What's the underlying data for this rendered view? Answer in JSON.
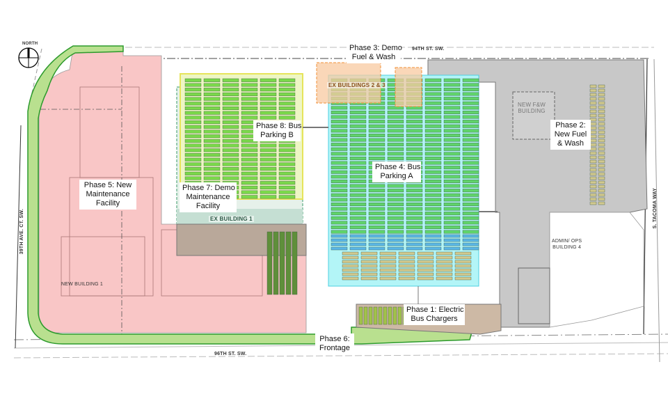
{
  "phases": {
    "phase1": "Phase 1: Electric Bus Chargers",
    "phase2": "Phase 2: New Fuel & Wash",
    "phase3": "Phase 3: Demo Fuel & Wash",
    "phase4": "Phase 4: Bus Parking A",
    "phase5": "Phase 5: New Maintenance Facility",
    "phase6": "Phase 6: Frontage",
    "phase7": "Phase 7: Demo Maintenance Facility",
    "phase8": "Phase 8: Bus Parking B"
  },
  "phase_lines": {
    "phase1": [
      "Phase 1: Electric",
      "Bus Chargers"
    ],
    "phase2": [
      "Phase 2:",
      "New Fuel",
      "& Wash"
    ],
    "phase3": [
      "Phase 3: Demo",
      "Fuel & Wash"
    ],
    "phase4": [
      "Phase 4: Bus",
      "Parking A"
    ],
    "phase5": [
      "Phase 5: New",
      "Maintenance",
      "Facility"
    ],
    "phase6": [
      "Phase 6:",
      "Frontage"
    ],
    "phase7": [
      "Phase 7: Demo",
      "Maintenance",
      "Facility"
    ],
    "phase8": [
      "Phase 8: Bus",
      "Parking B"
    ]
  },
  "buildings": {
    "new_fw": [
      "NEW F&W",
      "BUILDING"
    ],
    "ex_23": "EX BUILDINGS 2 & 3",
    "ex_1": "EX BUILDING 1",
    "admin": [
      "ADMIN/ OPS",
      "BUILDING 4"
    ],
    "new_1": "NEW BUILDING 1"
  },
  "streets": {
    "north": "94TH ST. SW.",
    "south": "96TH ST. SW.",
    "west": "39TH AVE. CT. SW.",
    "east": "S. TACOMA WAY"
  },
  "compass": "NORTH",
  "colors": {
    "phase5_fill": "#f9c6c6",
    "phase6_fill": "#b9e08f",
    "phase4_fill": "#b3f5f7",
    "phase2_fill": "#c8c8c8",
    "phase8_outline": "#e6e45a",
    "phase3_fill": "#f8c9a0",
    "stall_green": "#5fd36a",
    "stall_blue": "#5ab7e6",
    "stall_tan": "#d2c98e",
    "bright_green": "#7ad84a"
  }
}
